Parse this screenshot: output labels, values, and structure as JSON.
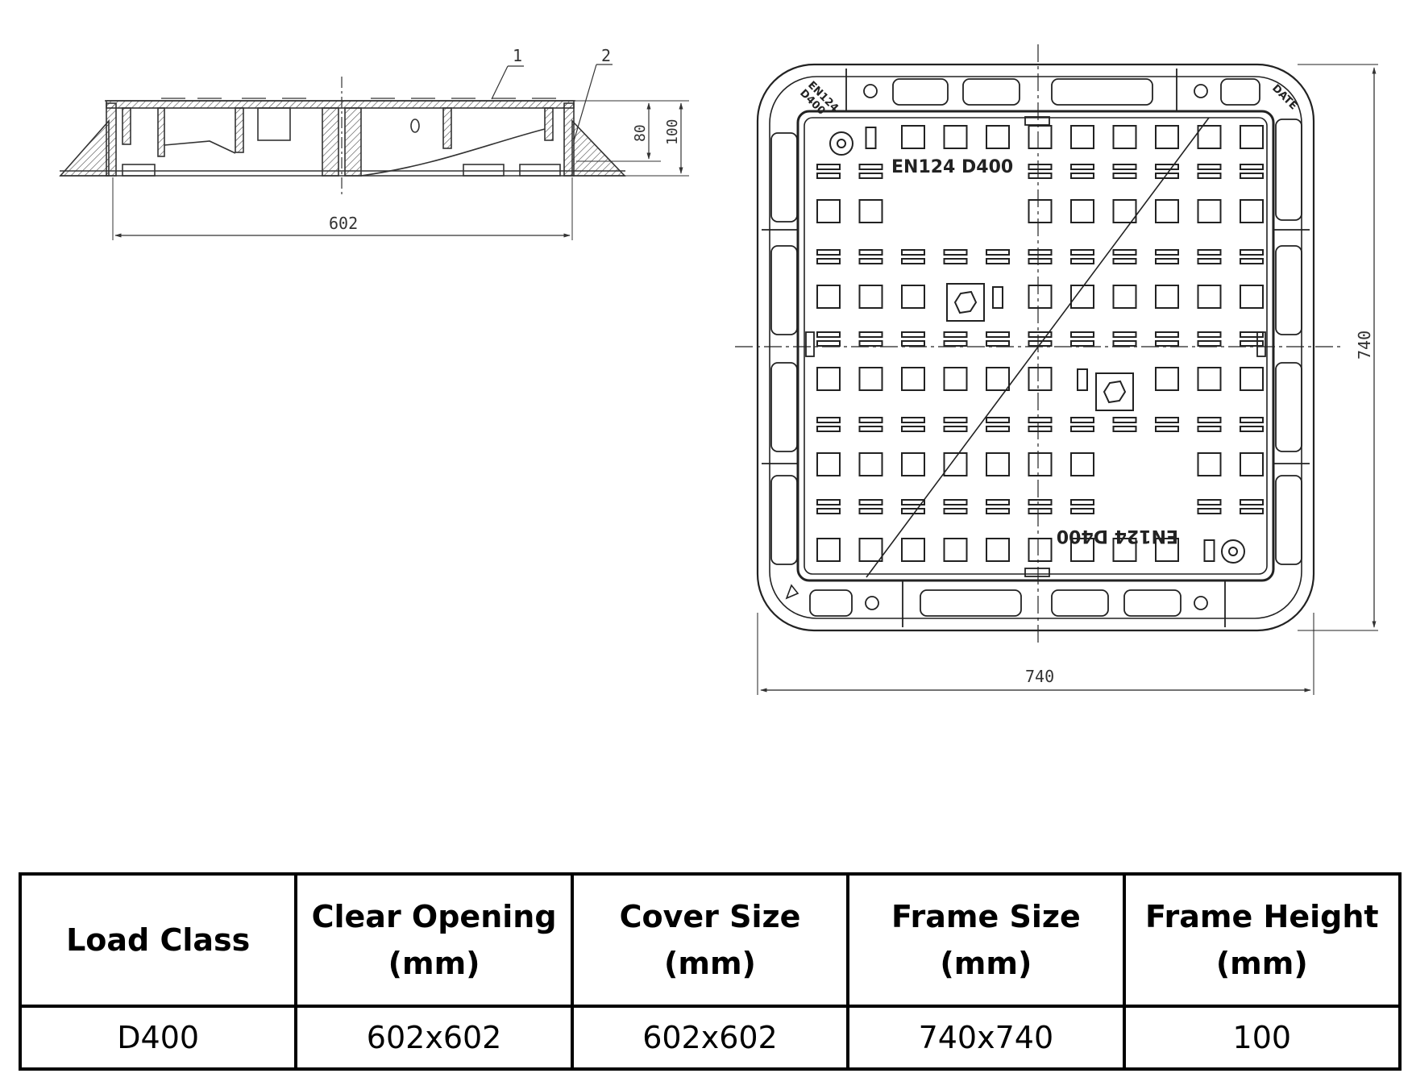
{
  "drawing": {
    "section": {
      "part_labels": [
        "1",
        "2"
      ],
      "dim_height_inner": "80",
      "dim_height_total": "100",
      "dim_width": "602"
    },
    "plan": {
      "marking_top": "EN124  D400",
      "marking_bottom": "EN124  D400",
      "corner_marking_tl_1": "EN124",
      "corner_marking_tl_2": "D400",
      "corner_marking_tr": "DATE",
      "dim_width": "740",
      "dim_height": "740"
    }
  },
  "table": {
    "headers": [
      [
        "Load Class"
      ],
      [
        "Clear Opening",
        "(mm)"
      ],
      [
        "Cover Size",
        "(mm)"
      ],
      [
        "Frame Size",
        "(mm)"
      ],
      [
        "Frame Height",
        "(mm)"
      ]
    ],
    "rows": [
      [
        "D400",
        "602x602",
        "602x602",
        "740x740",
        "100"
      ]
    ]
  }
}
